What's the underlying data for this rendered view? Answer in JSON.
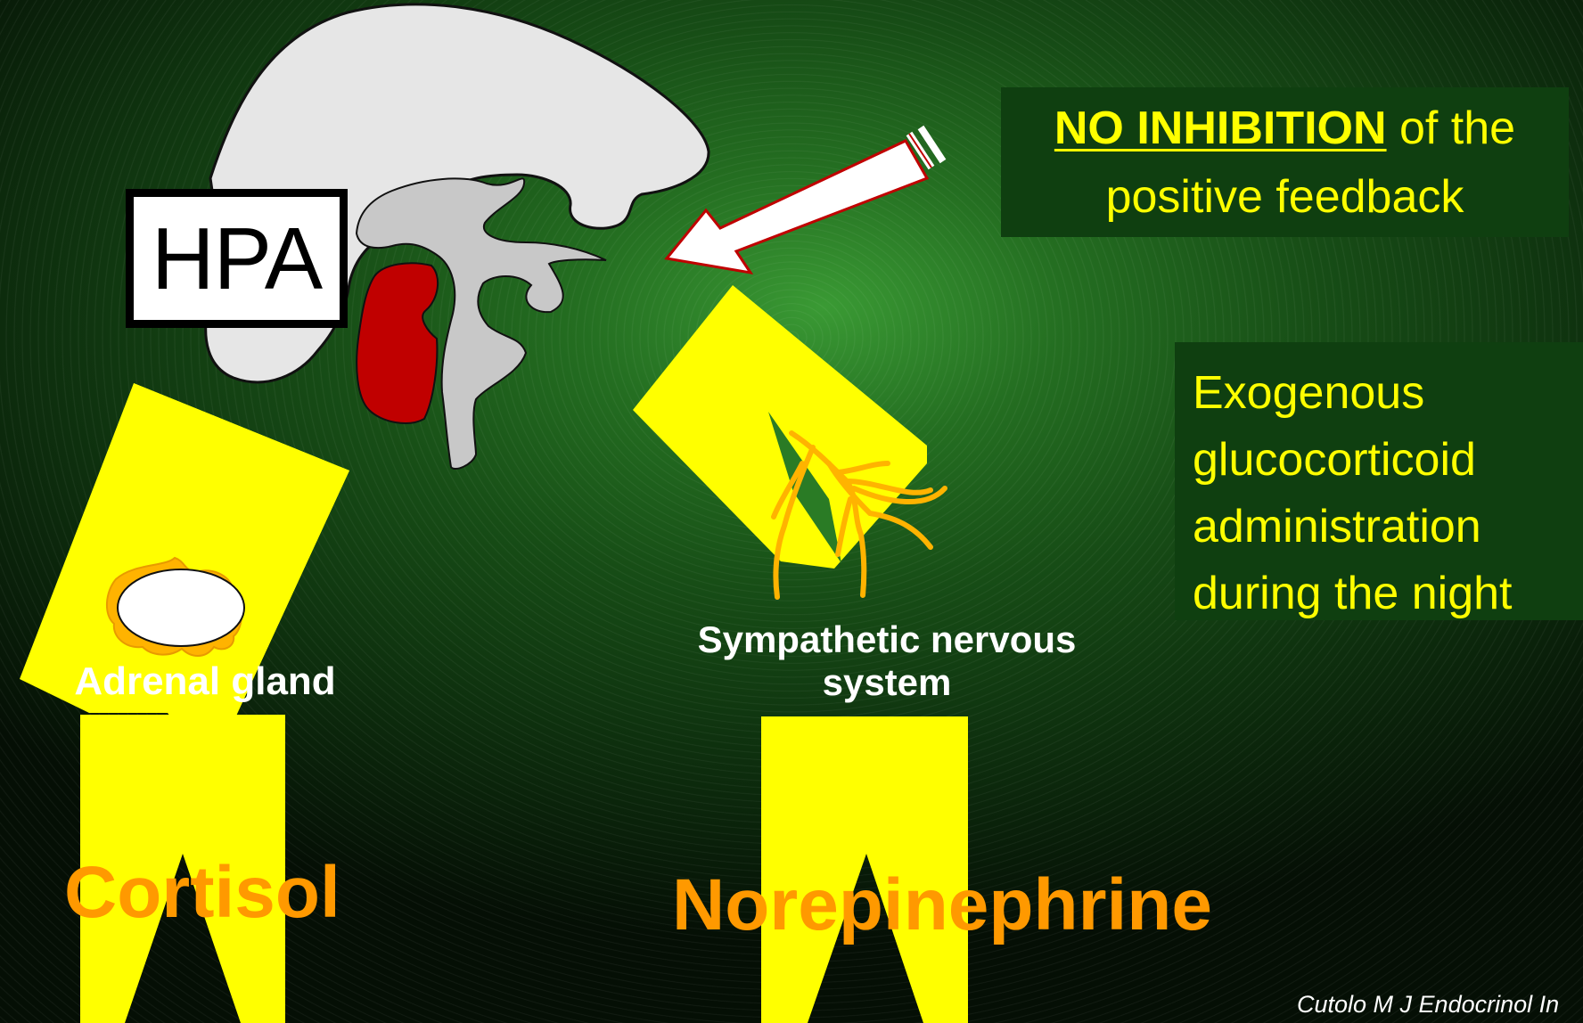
{
  "hpa_label": "HPA",
  "feedback_box": {
    "emphasis": "NO INHIBITION",
    "rest": " of the",
    "line2": "positive feedback"
  },
  "treatment_box": {
    "lines": [
      "Exogenous",
      "glucocorticoid",
      "administration",
      "during the night"
    ]
  },
  "adrenal_label": "Adrenal gland",
  "sympathetic_label": "Sympathetic nervous system",
  "cortisol_label": "Cortisol",
  "norepinephrine_label": "Norepinephrine",
  "citation": "Cutolo M J Endocrinol In",
  "colors": {
    "arrow_yellow": "#ffff00",
    "hormone_orange": "#ff9900",
    "hypothalamus_red": "#c00000",
    "brain_gray": "#e6e6e6",
    "text_yellow": "#ffff00",
    "box_green": "#0f3f10"
  }
}
